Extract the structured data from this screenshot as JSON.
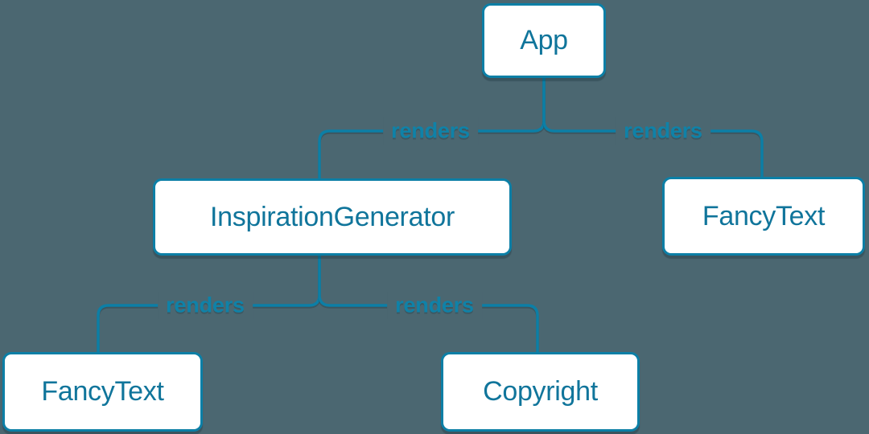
{
  "colors": {
    "background": "#4b6771",
    "node_fill": "#ffffff",
    "stroke": "#0c7fa6",
    "node_text": "#10759b",
    "edge_label": "#0f82a8"
  },
  "diagram": {
    "type": "component-render-tree",
    "nodes": {
      "app": {
        "label": "App"
      },
      "inspiration_generator": {
        "label": "InspirationGenerator"
      },
      "fancy_text_right": {
        "label": "FancyText"
      },
      "fancy_text_left": {
        "label": "FancyText"
      },
      "copyright": {
        "label": "Copyright"
      }
    },
    "edges": {
      "app_to_inspiration_generator": {
        "label": "renders"
      },
      "app_to_fancy_text": {
        "label": "renders"
      },
      "inspiration_generator_to_fancy_text": {
        "label": "renders"
      },
      "inspiration_generator_to_copyright": {
        "label": "renders"
      }
    }
  }
}
